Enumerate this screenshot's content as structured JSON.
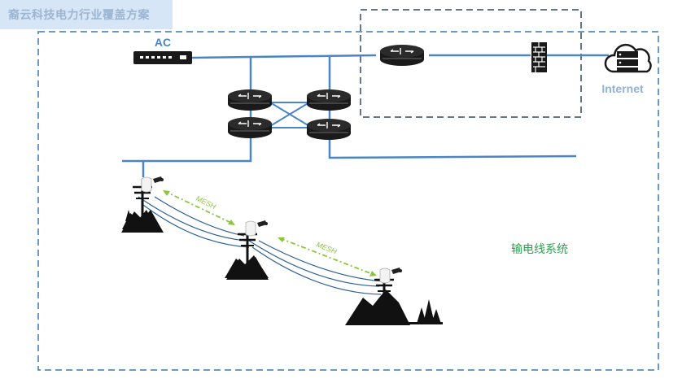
{
  "title": "裔云科技电力行业覆盖方案",
  "labels": {
    "ac": "AC",
    "internet": "Internet",
    "system": "输电线系统",
    "mesh1": "MESH",
    "mesh2": "MESH"
  },
  "colors": {
    "title_bg": "#d6e6f7",
    "title_text": "#9cb5d1",
    "line": "#4a86c5",
    "frame": "#3d78ac",
    "device": "#1a1a1a",
    "mesh": "#8cc63f",
    "system_text": "#2e9e4f",
    "internet_text": "#8fb3d9"
  }
}
